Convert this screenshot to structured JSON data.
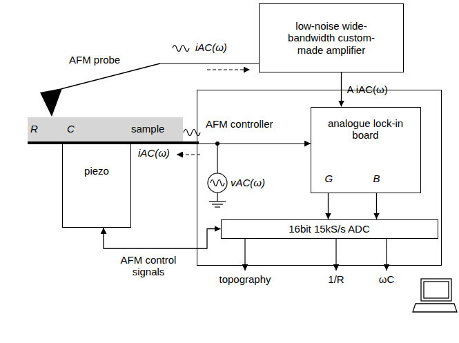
{
  "diagram": {
    "nodes": [
      {
        "text": [
          "low-noise wide-bandwidth custom-made amplifier"
        ]
      },
      {
        "text": [
          "sample"
        ]
      },
      {
        "text": [
          "piezo"
        ]
      },
      {
        "text": [
          "AFM controller"
        ]
      },
      {
        "text": [
          "analogue lock-in board",
          "G",
          "B"
        ],
        "in": 3
      },
      {
        "text": [
          "16bit 15kS/s ADC"
        ],
        "in": 3
      }
    ],
    "edges": [
      {
        "from": 0,
        "to": 4,
        "arrow": "to",
        "label": "A iAC(ω)"
      },
      {
        "from": 4,
        "to": 5,
        "arrow": "to"
      },
      {
        "from": 4,
        "to": 5,
        "arrow": "to"
      },
      {
        "from": 5,
        "to": 2,
        "arrow": "both"
      }
    ],
    "labels": [
      "AFM probe",
      "iAC(ω)",
      "R",
      "C",
      "iAC(ω)",
      "vAC(ω)",
      "AFM control signals",
      "topography",
      "1/R",
      "ωC"
    ]
  }
}
